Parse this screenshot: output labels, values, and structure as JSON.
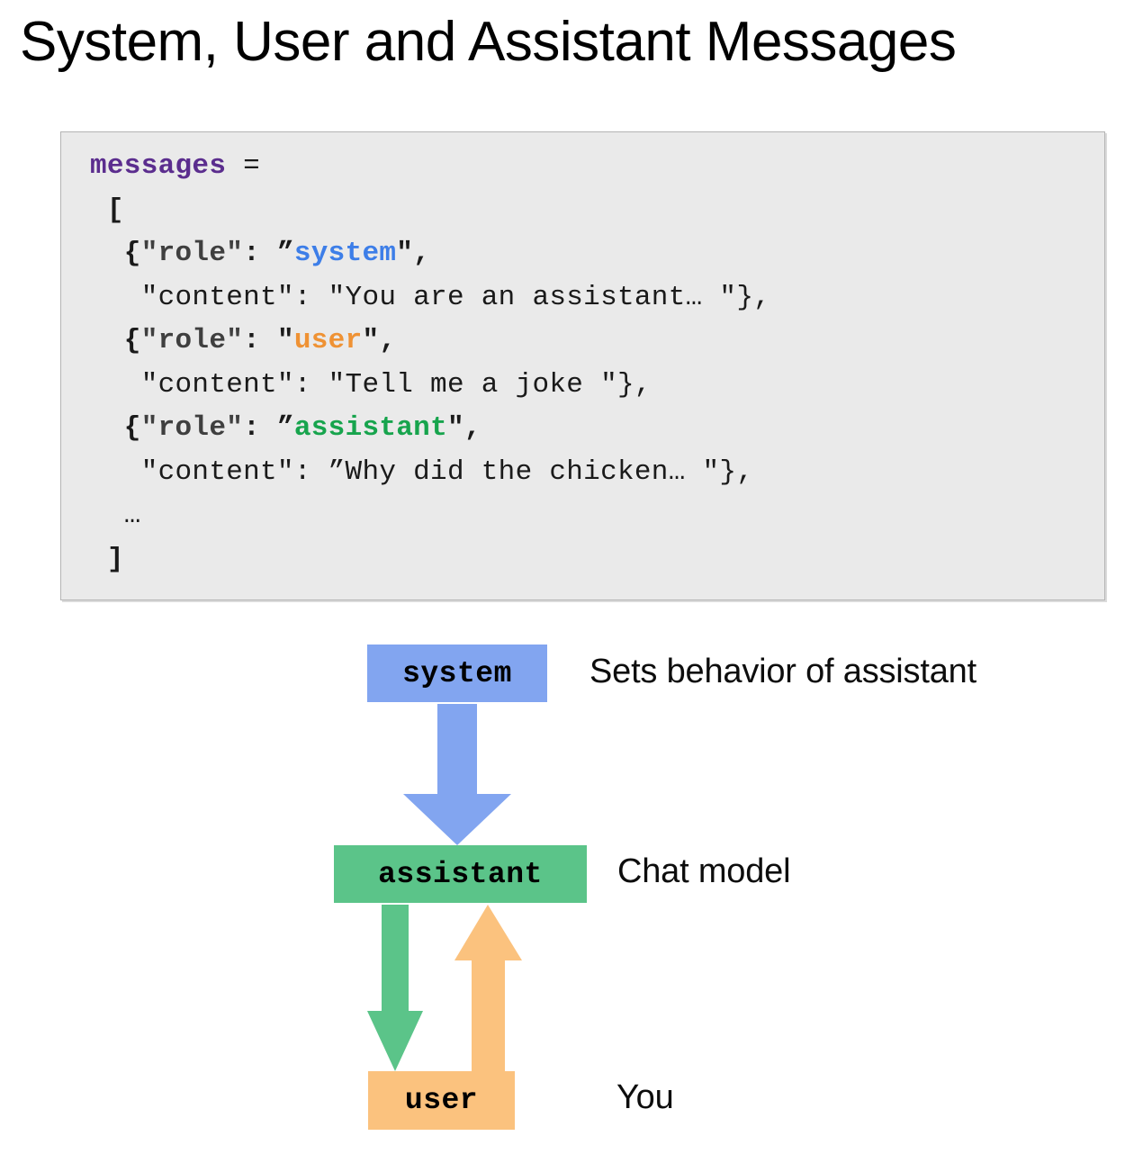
{
  "slide": {
    "title": "System, User and Assistant Messages"
  },
  "code": {
    "language": "python",
    "background_color": "#eaeaea",
    "border_color": "#b4b4b4",
    "lines": [
      [
        {
          "text": "messages",
          "style": "var"
        },
        {
          "text": " = ",
          "style": "plain"
        }
      ],
      [
        {
          "text": " [",
          "style": "punct"
        }
      ],
      [
        {
          "text": "  {",
          "style": "punct"
        },
        {
          "text": "\"role\"",
          "style": "key"
        },
        {
          "text": ": ",
          "style": "punct"
        },
        {
          "text": "”",
          "style": "punct"
        },
        {
          "text": "system",
          "style": "system"
        },
        {
          "text": "\",",
          "style": "punct"
        }
      ],
      [
        {
          "text": "   \"content\": \"You are an assistant… \"},",
          "style": "plain"
        }
      ],
      [
        {
          "text": "  {",
          "style": "punct"
        },
        {
          "text": "\"role\"",
          "style": "key"
        },
        {
          "text": ": ",
          "style": "punct"
        },
        {
          "text": "\"",
          "style": "punct"
        },
        {
          "text": "user",
          "style": "user"
        },
        {
          "text": "\",",
          "style": "punct"
        }
      ],
      [
        {
          "text": "   \"content\": \"Tell me a joke \"},",
          "style": "plain"
        }
      ],
      [
        {
          "text": "  {",
          "style": "punct"
        },
        {
          "text": "\"role\"",
          "style": "key"
        },
        {
          "text": ": ",
          "style": "punct"
        },
        {
          "text": "”",
          "style": "punct"
        },
        {
          "text": "assistant",
          "style": "asst"
        },
        {
          "text": "\",",
          "style": "punct"
        }
      ],
      [
        {
          "text": "   \"content\": ”Why did the chicken… \"},",
          "style": "plain"
        }
      ],
      [
        {
          "text": "  …",
          "style": "plain"
        }
      ],
      [
        {
          "text": " ]",
          "style": "punct"
        }
      ]
    ]
  },
  "diagram": {
    "boxes": [
      {
        "role": "system",
        "label": "system",
        "description": "Sets behavior of assistant",
        "color": "#82a5f0"
      },
      {
        "role": "assistant",
        "label": "assistant",
        "description": "Chat model",
        "color": "#5bc489"
      },
      {
        "role": "user",
        "label": "user",
        "description": "You",
        "color": "#fbc27e"
      }
    ],
    "arrows": [
      {
        "name": "system-to-assistant",
        "direction": "down",
        "color": "#82a5f0"
      },
      {
        "name": "assistant-to-user",
        "direction": "down",
        "color": "#5bc489"
      },
      {
        "name": "user-to-assistant",
        "direction": "up",
        "color": "#fbc27e"
      }
    ]
  }
}
